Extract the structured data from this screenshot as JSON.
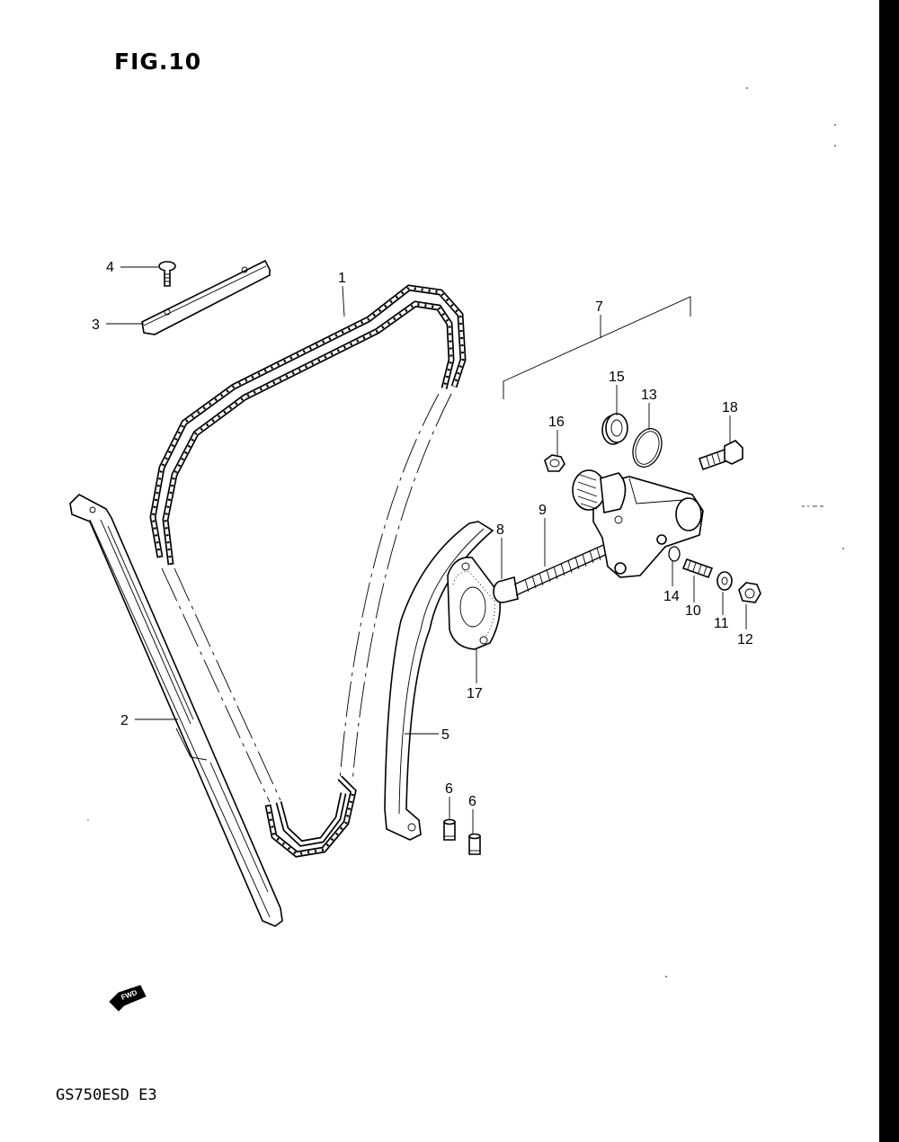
{
  "figure": {
    "title": "FIG.10",
    "model_code": "GS750ESD E3",
    "fwd_label": "FWD"
  },
  "callouts": [
    {
      "id": "c1",
      "label": "1"
    },
    {
      "id": "c2",
      "label": "2"
    },
    {
      "id": "c3",
      "label": "3"
    },
    {
      "id": "c4",
      "label": "4"
    },
    {
      "id": "c5",
      "label": "5"
    },
    {
      "id": "c6a",
      "label": "6"
    },
    {
      "id": "c6b",
      "label": "6"
    },
    {
      "id": "c7",
      "label": "7"
    },
    {
      "id": "c8",
      "label": "8"
    },
    {
      "id": "c9",
      "label": "9"
    },
    {
      "id": "c10",
      "label": "10"
    },
    {
      "id": "c11",
      "label": "11"
    },
    {
      "id": "c12",
      "label": "12"
    },
    {
      "id": "c13",
      "label": "13"
    },
    {
      "id": "c14",
      "label": "14"
    },
    {
      "id": "c15",
      "label": "15"
    },
    {
      "id": "c16",
      "label": "16"
    },
    {
      "id": "c17",
      "label": "17"
    },
    {
      "id": "c18",
      "label": "18"
    }
  ]
}
